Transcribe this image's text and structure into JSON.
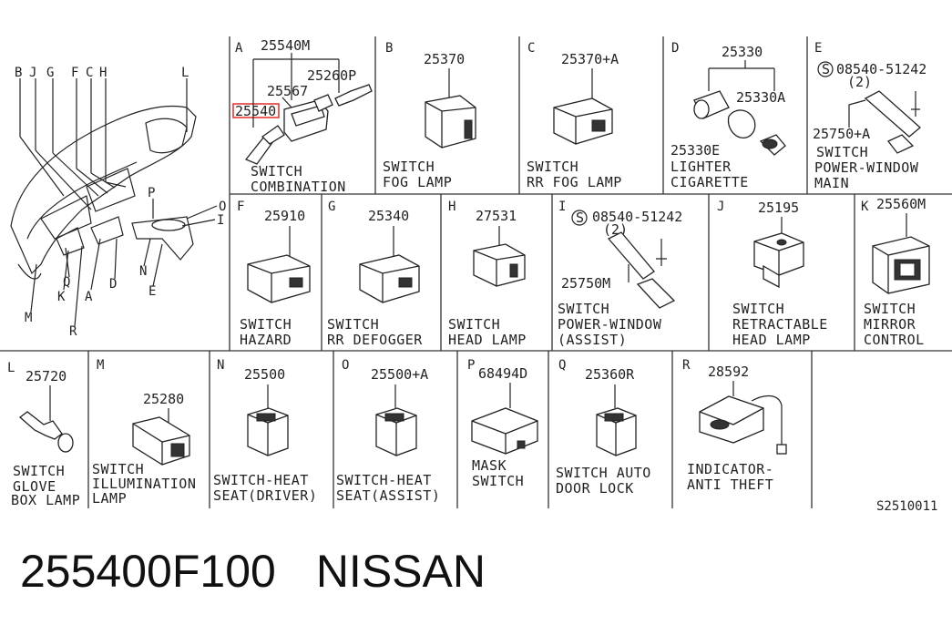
{
  "sections": {
    "A": {
      "letter": "A",
      "parts": [
        "25540M",
        "25260P",
        "25567",
        "25540"
      ],
      "label": [
        "SWITCH",
        "COMBINATION"
      ]
    },
    "B": {
      "letter": "B",
      "parts": [
        "25370"
      ],
      "label": [
        "SWITCH",
        "FOG LAMP"
      ]
    },
    "C": {
      "letter": "C",
      "parts": [
        "25370+A"
      ],
      "label": [
        "SWITCH",
        "RR FOG LAMP"
      ]
    },
    "D": {
      "letter": "D",
      "parts": [
        "25330",
        "25330A",
        "25330E"
      ],
      "label": [
        "LIGHTER",
        "CIGARETTE"
      ]
    },
    "E": {
      "letter": "E",
      "parts": [
        "08540-51242",
        "(2)",
        "25750+A"
      ],
      "label": [
        "SWITCH",
        "POWER-WINDOW",
        "MAIN"
      ]
    },
    "F": {
      "letter": "F",
      "parts": [
        "25910"
      ],
      "label": [
        "SWITCH",
        "HAZARD"
      ]
    },
    "G": {
      "letter": "G",
      "parts": [
        "25340"
      ],
      "label": [
        "SWITCH",
        "RR DEFOGGER"
      ]
    },
    "H": {
      "letter": "H",
      "parts": [
        "27531"
      ],
      "label": [
        "SWITCH",
        "HEAD LAMP"
      ]
    },
    "I": {
      "letter": "I",
      "parts": [
        "08540-51242",
        "(2)",
        "25750M"
      ],
      "label": [
        "SWITCH",
        "POWER-WINDOW",
        "(ASSIST)"
      ]
    },
    "J": {
      "letter": "J",
      "parts": [
        "25195"
      ],
      "label": [
        "SWITCH",
        "RETRACTABLE",
        "HEAD LAMP"
      ]
    },
    "K": {
      "letter": "K",
      "parts": [
        "25560M"
      ],
      "label": [
        "SWITCH",
        "MIRROR",
        "CONTROL"
      ]
    },
    "L": {
      "letter": "L",
      "parts": [
        "25720"
      ],
      "label": [
        "SWITCH",
        "GLOVE",
        "BOX LAMP"
      ]
    },
    "M": {
      "letter": "M",
      "parts": [
        "25280"
      ],
      "label": [
        "SWITCH",
        "ILLUMINATION",
        "LAMP"
      ]
    },
    "N": {
      "letter": "N",
      "parts": [
        "25500"
      ],
      "label": [
        "SWITCH-HEAT",
        "SEAT(DRIVER)"
      ]
    },
    "O": {
      "letter": "O",
      "parts": [
        "25500+A"
      ],
      "label": [
        "SWITCH-HEAT",
        "SEAT(ASSIST)"
      ]
    },
    "P": {
      "letter": "P",
      "parts": [
        "68494D"
      ],
      "label": [
        "MASK",
        "SWITCH"
      ]
    },
    "Q": {
      "letter": "Q",
      "parts": [
        "25360R"
      ],
      "label": [
        "SWITCH AUTO",
        "DOOR LOCK"
      ]
    },
    "R": {
      "letter": "R",
      "parts": [
        "28592"
      ],
      "label": [
        "INDICATOR-",
        "ANTI THEFT"
      ]
    }
  },
  "overview_letters": [
    "B",
    "J",
    "G",
    "F",
    "C",
    "H",
    "L",
    "O",
    "I",
    "P",
    "N",
    "E",
    "D",
    "A",
    "K",
    "Q",
    "R",
    "M"
  ],
  "drawing_code": "S2510011",
  "footer": {
    "part_number": "255400F100",
    "brand": "NISSAN"
  },
  "highlight_color": "#e53935"
}
